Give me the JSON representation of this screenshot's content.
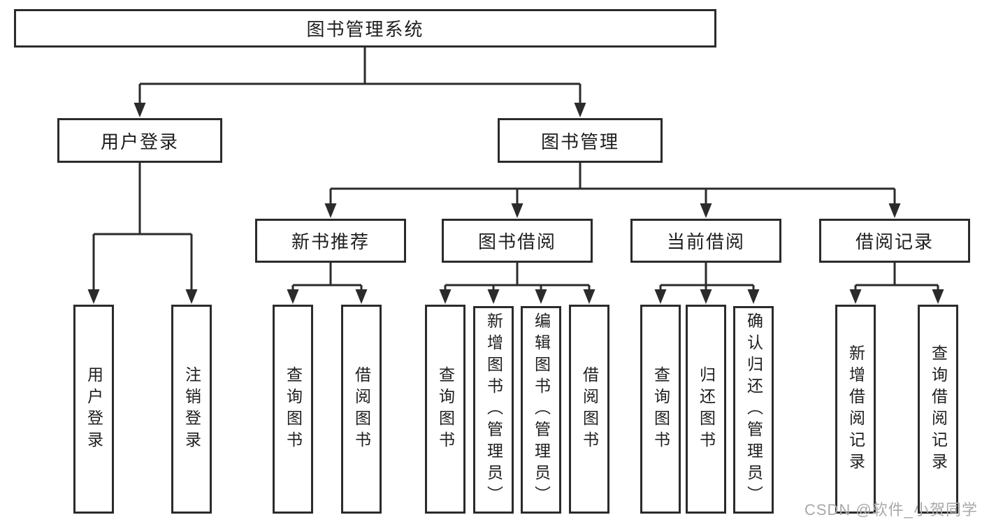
{
  "tree": {
    "label": "图书管理系统",
    "children": [
      {
        "label": "用户登录",
        "children": [
          {
            "label": "用户登录"
          },
          {
            "label": "注销登录"
          }
        ]
      },
      {
        "label": "图书管理",
        "children": [
          {
            "label": "新书推荐",
            "children": [
              {
                "label": "查询图书"
              },
              {
                "label": "借阅图书"
              }
            ]
          },
          {
            "label": "图书借阅",
            "children": [
              {
                "label": "查询图书"
              },
              {
                "label": "新增图书（管理员）"
              },
              {
                "label": "编辑图书（管理员）"
              },
              {
                "label": "借阅图书"
              }
            ]
          },
          {
            "label": "当前借阅",
            "children": [
              {
                "label": "查询图书"
              },
              {
                "label": "归还图书"
              },
              {
                "label": "确认归还（管理员）"
              }
            ]
          },
          {
            "label": "借阅记录",
            "children": [
              {
                "label": "新增借阅记录"
              },
              {
                "label": "查询借阅记录"
              }
            ]
          }
        ]
      }
    ]
  },
  "watermark": "CSDN @软件_小贺同学",
  "colors": {
    "line": "#2b2b2b",
    "text": "#1e1e1e",
    "watermark": "#a9a9a9",
    "background": "#ffffff"
  }
}
